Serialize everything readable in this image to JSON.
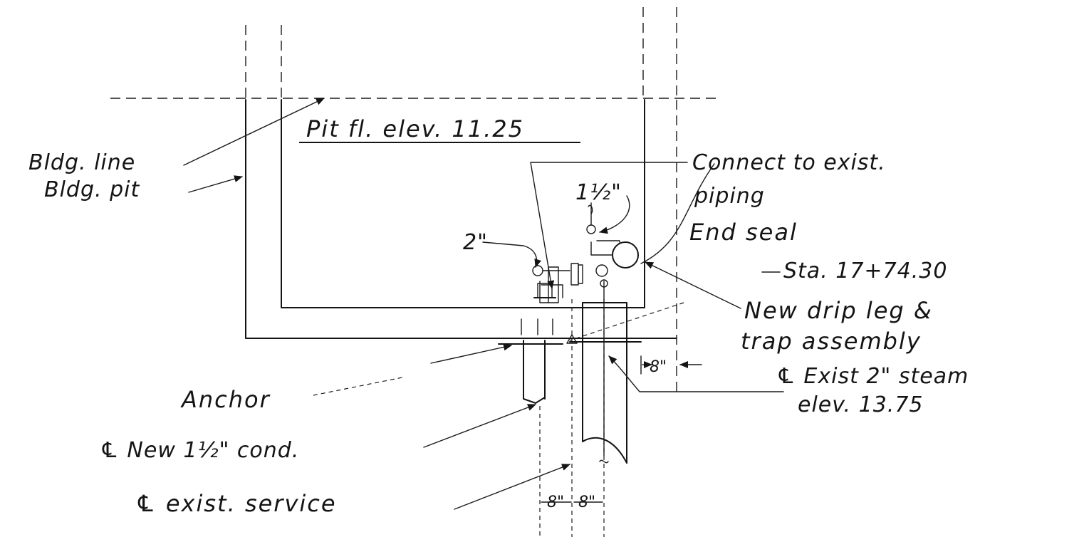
{
  "labels": {
    "pit_floor_elev": "Pit fl. elev. 11.25",
    "bldg_line": "Bldg. line",
    "bldg_pit": "Bldg. pit",
    "connect_to_exist_1": "Connect to exist.",
    "connect_to_exist_2": "piping",
    "end_seal": "End seal",
    "station": "Sta. 17+74.30",
    "pipe_1_5": "1½\"",
    "pipe_2": "2\"",
    "drip_leg_1": "New drip leg &",
    "drip_leg_2": "trap assembly",
    "exist_steam_1": "℄ Exist 2\" steam",
    "exist_steam_2": "elev. 13.75",
    "anchor": "Anchor",
    "new_cond": "℄ New 1½\" cond.",
    "exist_service": "℄ exist. service",
    "dim_8_right": "8\"",
    "dim_8_bottom_a": "8\"",
    "dim_8_bottom_b": "8\""
  },
  "colors": {
    "ink": "#141414",
    "paper": "#ffffff"
  }
}
